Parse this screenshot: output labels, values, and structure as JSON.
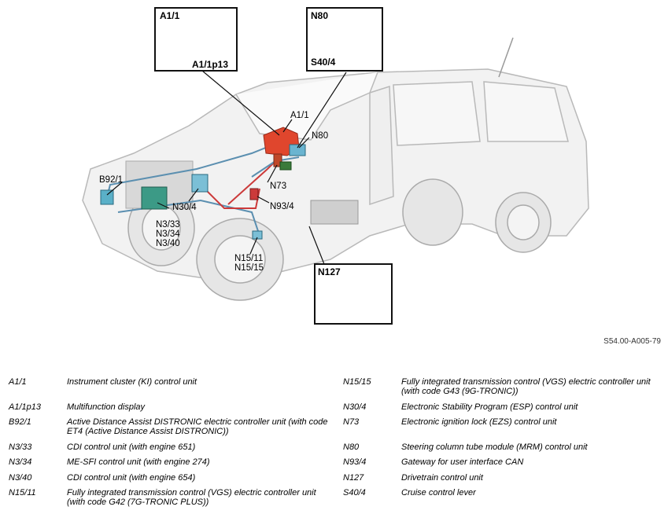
{
  "figure": {
    "reference": "S54.00-A005-79",
    "callouts": {
      "instrument_cluster": {
        "label": "A1/1",
        "sublabel": "A1/1p13"
      },
      "steering_module": {
        "label": "N80",
        "sublabel": "S40/4"
      },
      "drivetrain_unit": {
        "label": "N127"
      }
    },
    "labels": {
      "a1_1": "A1/1",
      "n80": "N80",
      "n73": "N73",
      "n93_4": "N93/4",
      "b92_1": "B92/1",
      "n30_4": "N30/4",
      "n3_group": "N3/33\nN3/34\nN3/40",
      "n15_group": "N15/11\nN15/15"
    }
  },
  "legend": {
    "left": [
      {
        "code": "A1/1",
        "desc": "Instrument cluster (KI) control unit"
      },
      {
        "code": "A1/1p13",
        "desc": "Multifunction display"
      },
      {
        "code": "B92/1",
        "desc": "Active Distance Assist DISTRONIC electric controller unit (with code ET4 (Active Distance Assist DISTRONIC))"
      },
      {
        "code": "N3/33",
        "desc": "CDI control unit (with engine 651)"
      },
      {
        "code": "N3/34",
        "desc": "ME-SFI control unit (with engine 274)"
      },
      {
        "code": "N3/40",
        "desc": "CDI control unit (with engine 654)"
      },
      {
        "code": "N15/11",
        "desc": "Fully integrated transmission control (VGS) electric controller unit (with code G42 (7G-TRONIC PLUS))"
      }
    ],
    "right": [
      {
        "code": "N15/15",
        "desc": "Fully integrated transmission control (VGS) electric controller unit (with code G43 (9G-TRONIC))"
      },
      {
        "code": "N30/4",
        "desc": "Electronic Stability Program (ESP) control unit"
      },
      {
        "code": "N73",
        "desc": "Electronic ignition lock (EZS) control unit"
      },
      {
        "code": "N80",
        "desc": "Steering column tube module (MRM) control unit"
      },
      {
        "code": "N93/4",
        "desc": "Gateway for user interface CAN"
      },
      {
        "code": "N127",
        "desc": "Drivetrain control unit"
      },
      {
        "code": "S40/4",
        "desc": "Cruise control lever"
      }
    ]
  }
}
